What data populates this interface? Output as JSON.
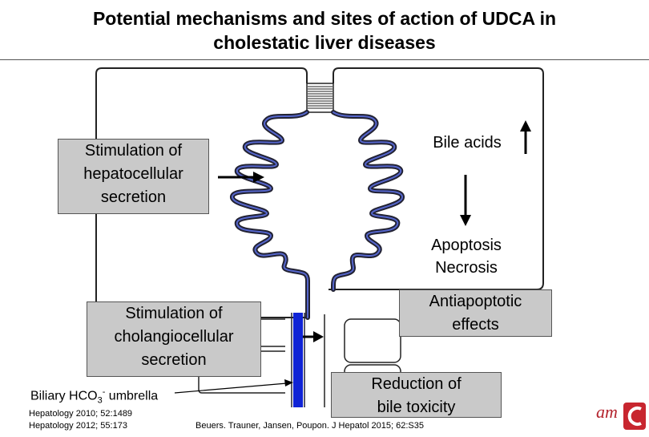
{
  "title": {
    "line1": "Potential mechanisms and sites of action of UDCA in",
    "line2": "cholestatic liver diseases"
  },
  "labels": {
    "hepatocellular": [
      "Stimulation of",
      "hepatocellular",
      "secretion"
    ],
    "bile_acids": "Bile acids",
    "apoptosis": [
      "Apoptosis",
      "Necrosis"
    ],
    "antiapoptotic": [
      "Antiapoptotic",
      "effects"
    ],
    "cholangiocellular": [
      "Stimulation of",
      "cholangiocellular",
      "secretion"
    ],
    "reduction": [
      "Reduction of",
      "bile toxicity"
    ],
    "umbrella_pre": "Biliary HCO",
    "umbrella_sub": "3",
    "umbrella_sup": "-",
    "umbrella_post": " umbrella"
  },
  "references": {
    "left": [
      "Hepatology 2010; 52:1489",
      "Hepatology 2012; 55:173"
    ],
    "center": "Beuers. Trauner, Jansen, Poupon. J Hepatol 2015; 62:S35"
  },
  "logo": {
    "text": "am",
    "text_color": "#b3232d",
    "mark_color": "#c8262f"
  },
  "colors": {
    "canaliculus": "#2b3a9b",
    "duct": "#1024d6",
    "box_fill": "#c9c9c9"
  },
  "icons": [
    "arrow-up-icon",
    "arrow-down-icon",
    "arrow-right-icon",
    "logo-mark-icon"
  ]
}
